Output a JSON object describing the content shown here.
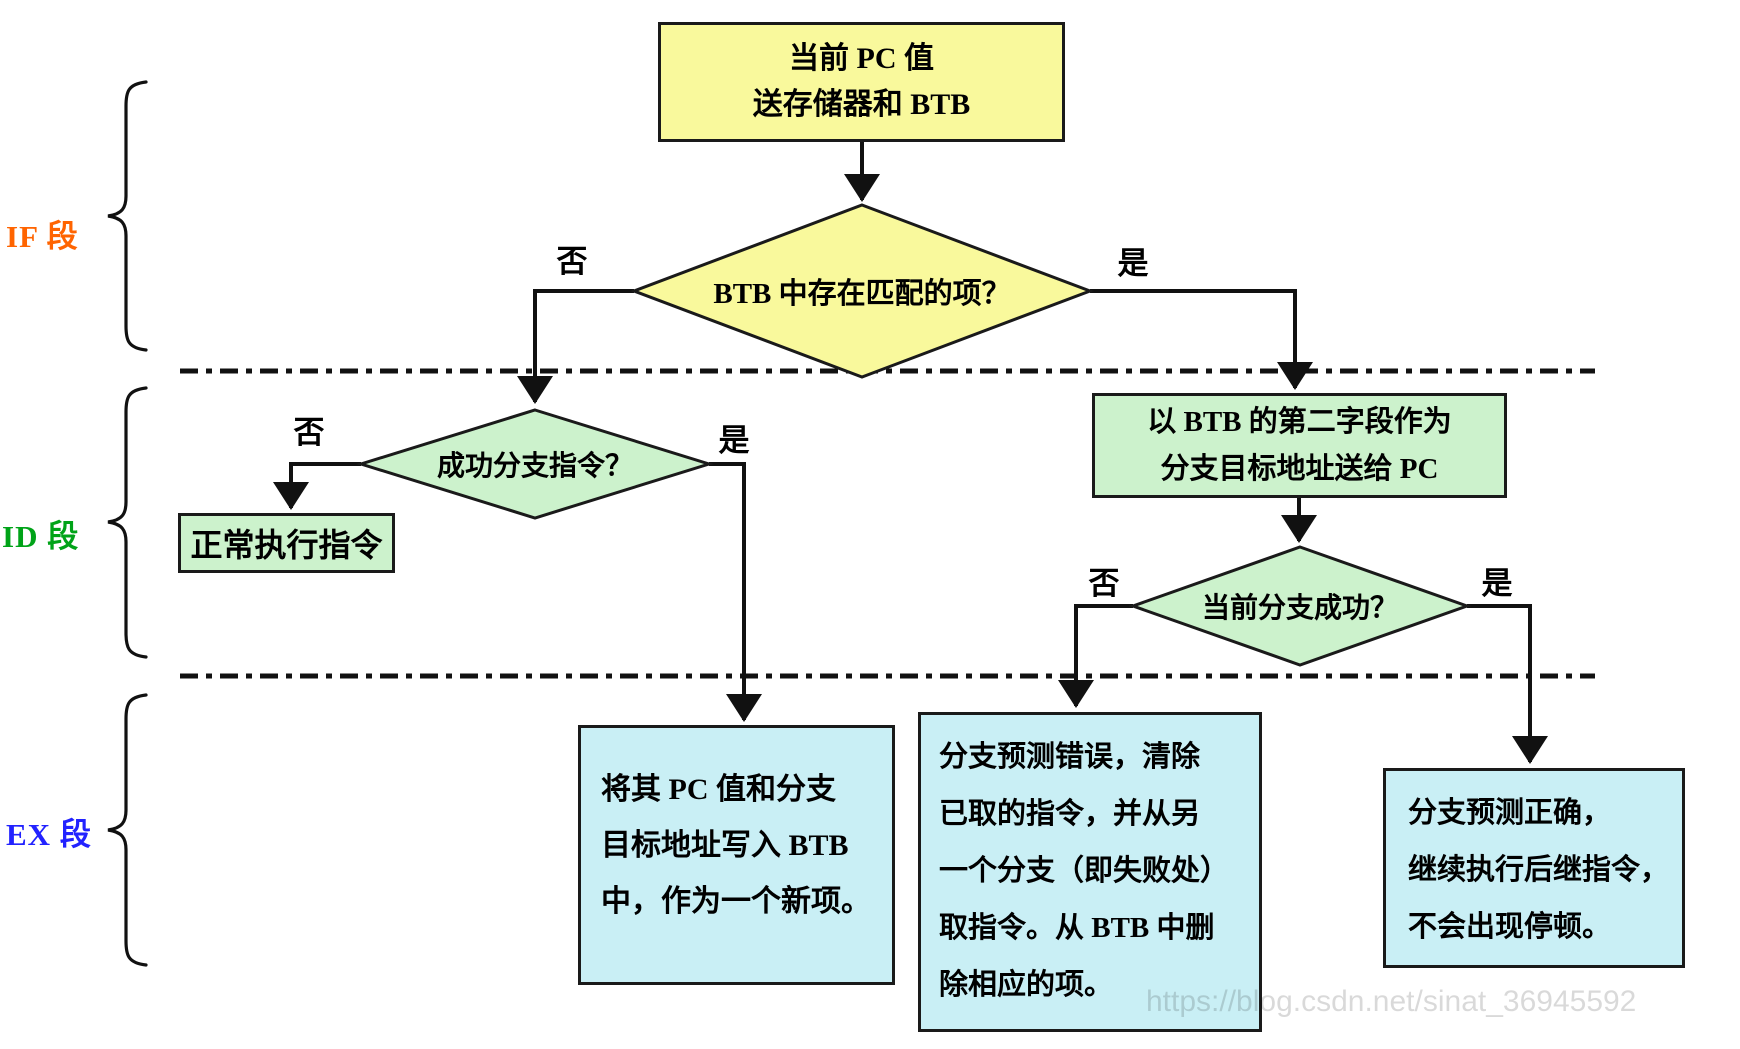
{
  "watermark": "https://blog.csdn.net/sinat_36945592",
  "edge_labels": {
    "yes": "是",
    "no": "否"
  },
  "stages": {
    "if": {
      "label": "IF 段",
      "color": "#ff6400"
    },
    "id": {
      "label": "ID 段",
      "color": "#00a318"
    },
    "ex": {
      "label": "EX 段",
      "color": "#2222ff"
    }
  },
  "colors": {
    "process_yellow": "#f9f99c",
    "process_green": "#ccf2cc",
    "process_cyan": "#c9eff5",
    "line": "#1a1a1a"
  },
  "nodes": {
    "start": {
      "line1": "当前 PC 值",
      "line2": "送存储器和 BTB"
    },
    "btb_match": {
      "label": "BTB 中存在匹配的项？"
    },
    "branch_success": {
      "label": "成功分支指令？"
    },
    "normal_exec": {
      "label": "正常执行指令"
    },
    "btb_target": {
      "line1": "以 BTB 的第二字段作为",
      "line2": "分支目标地址送给 PC"
    },
    "current_branch": {
      "label": "当前分支成功？"
    },
    "write_btb": {
      "line1": "将其 PC 值和分支",
      "line2": "目标地址写入 BTB",
      "line3": "中，作为一个新项。"
    },
    "mispredict": {
      "line1": "分支预测错误，清除",
      "line2": "已取的指令，并从另",
      "line3": "一个分支（即失败处）",
      "line4": "取指令。从 BTB 中删",
      "line5": "除相应的项。"
    },
    "predict_correct": {
      "line1": "分支预测正确，",
      "line2": "继续执行后继指令，",
      "line3": "不会出现停顿。"
    }
  }
}
